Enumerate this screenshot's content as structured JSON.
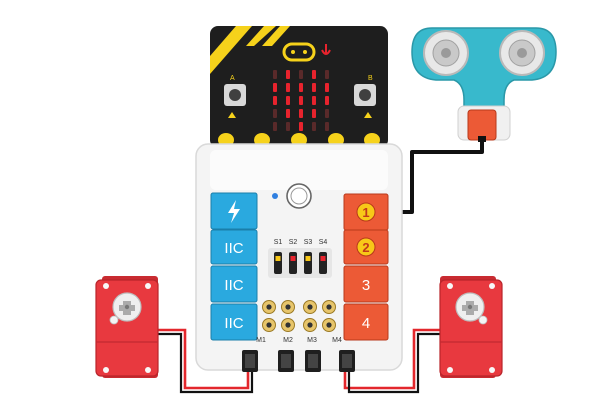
{
  "board": {
    "left_ports": {
      "power_icon": "lightning-icon",
      "iic_labels": [
        "IIC",
        "IIC",
        "IIC"
      ]
    },
    "right_ports": [
      "1",
      "2",
      "3",
      "4"
    ],
    "switch_labels": [
      "S1",
      "S2",
      "S3",
      "S4"
    ],
    "motor_labels": [
      "M1",
      "M2",
      "M3",
      "M4"
    ]
  },
  "colors": {
    "microbit_black": "#1e1e1e",
    "yellow": "#f6d21b",
    "led_red": "#e8232d",
    "port_blue": "#2aa9df",
    "port_orange": "#ec5a36",
    "port_number_yellow": "#f8c818",
    "sensor_teal": "#38b9cc",
    "servo_red": "#e8393f",
    "wire_red": "#e3272c",
    "wire_black": "#111111"
  },
  "led_matrix": [
    [
      0,
      1,
      0,
      1,
      0
    ],
    [
      1,
      1,
      1,
      1,
      1
    ],
    [
      1,
      1,
      1,
      1,
      1
    ],
    [
      0,
      1,
      1,
      1,
      0
    ],
    [
      0,
      0,
      1,
      0,
      0
    ]
  ]
}
